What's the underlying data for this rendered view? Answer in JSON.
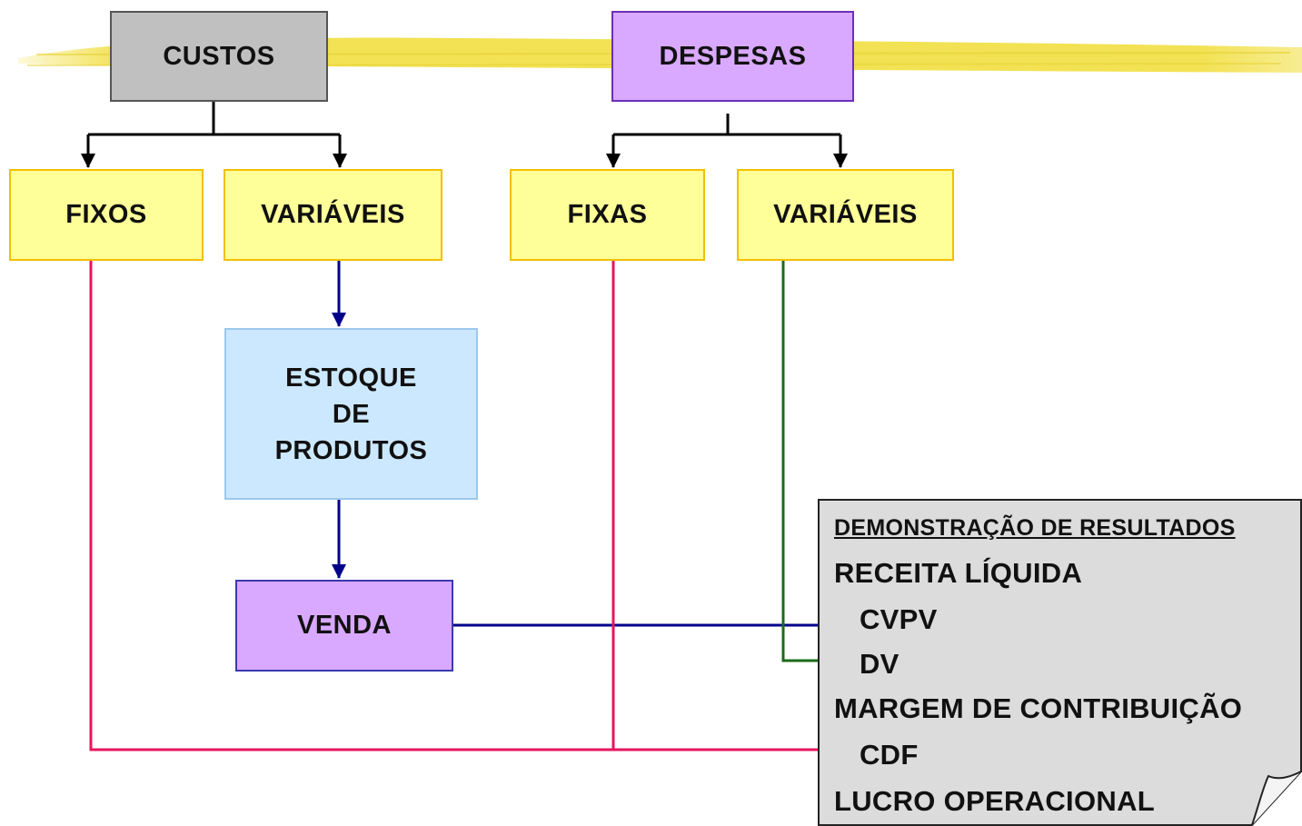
{
  "top": {
    "custos": "CUSTOS",
    "despesas": "DESPESAS"
  },
  "second": {
    "custos_fixos": "FIXOS",
    "custos_variaveis": "VARIÁVEIS",
    "despesas_fixas": "FIXAS",
    "despesas_variaveis": "VARIÁVEIS"
  },
  "estoque": {
    "line1": "ESTOQUE",
    "line2": "DE",
    "line3": "PRODUTOS"
  },
  "venda": "VENDA",
  "statement": {
    "title": "DEMONSTRAÇÃO DE RESULTADOS",
    "lines": [
      "RECEITA LÍQUIDA",
      "CVPV",
      "DV",
      "MARGEM DE CONTRIBUIÇÃO",
      "CDF",
      "LUCRO OPERACIONAL"
    ]
  },
  "colors": {
    "custos_box": "#c0c0c0",
    "despesas_box": "#d9a9ff",
    "second_level": "#ffff99",
    "estoque_box": "#cce8ff",
    "venda_box": "#d9a9ff",
    "statement_bg": "#dcdcdc",
    "highlight_band": "#f2e04a",
    "arrow_black": "#000000",
    "arrow_blue": "#00008b",
    "arrow_green": "#1a6b1a",
    "arrow_pink": "#e8155e"
  }
}
